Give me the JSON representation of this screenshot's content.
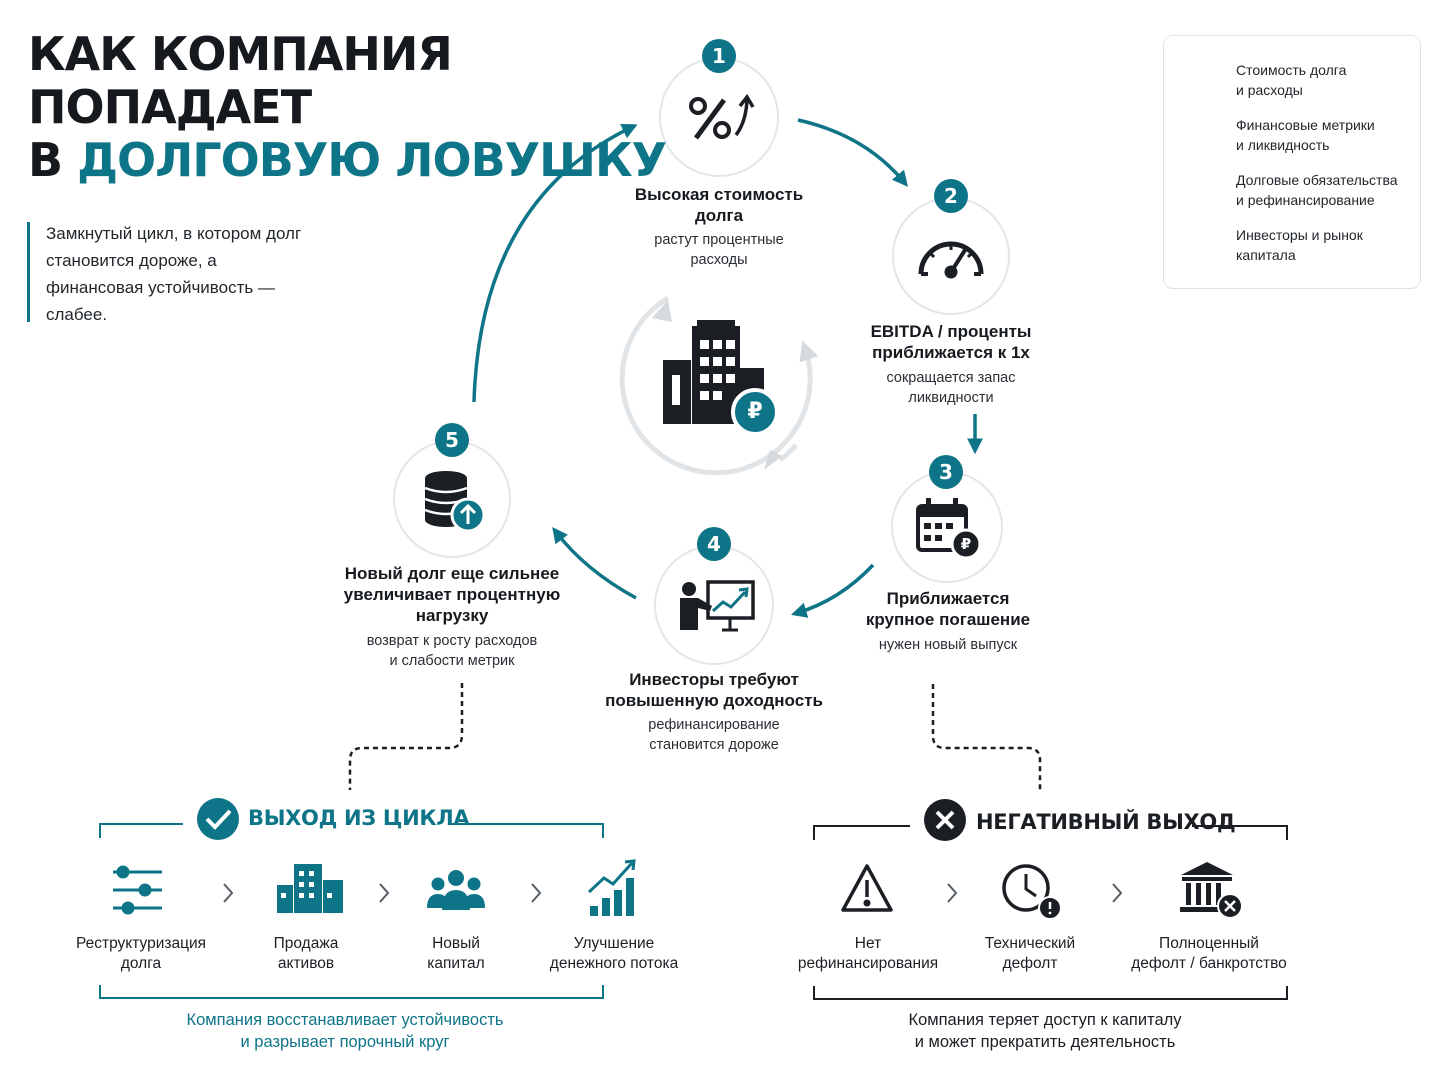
{
  "title": {
    "line1": "КАК КОМПАНИЯ",
    "line2": "ПОПАДАЕТ",
    "line3_prefix": "В ",
    "line3_accent": "ДОЛГОВУЮ ЛОВУШКУ"
  },
  "subtitle": "Замкнутый цикл, в котором долг становится дороже, а финансовая устойчивость — слабее.",
  "legend": {
    "items": [
      {
        "icon": "percent-icon",
        "line1": "Стоимость долга",
        "line2": "и расходы"
      },
      {
        "icon": "speedometer-icon",
        "line1": "Финансовые метрики",
        "line2": "и ликвидность"
      },
      {
        "icon": "calendar-icon",
        "line1": "Долговые обязательства",
        "line2": "и рефинансирование"
      },
      {
        "icon": "people-icon",
        "line1": "Инвесторы и рынок",
        "line2": "капитала"
      }
    ]
  },
  "steps": [
    {
      "num": "1",
      "icon": "percent-up-icon",
      "title1": "Высокая стоимость",
      "title2": "долга",
      "desc1": "растут процентные",
      "desc2": "расходы"
    },
    {
      "num": "2",
      "icon": "speedometer-icon",
      "title1": "EBITDA / проценты",
      "title2": "приближается к 1х",
      "desc1": "сокращается запас",
      "desc2": "ликвидности"
    },
    {
      "num": "3",
      "icon": "calendar-ruble-icon",
      "title1": "Приближается",
      "title2": "крупное погашение",
      "desc1": "нужен новый выпуск",
      "desc2": ""
    },
    {
      "num": "4",
      "icon": "presenter-chart-icon",
      "title1": "Инвесторы требуют",
      "title2": "повышенную доходность",
      "desc1": "рефинансирование",
      "desc2": "становится дороже"
    },
    {
      "num": "5",
      "icon": "coins-stack-up-icon",
      "title1": "Новый долг еще сильнее",
      "title2": "увеличивает процентную",
      "title3": "нагрузку",
      "desc1": "возврат к росту расходов",
      "desc2": "и слабости метрик"
    }
  ],
  "center": {
    "icon": "building-ruble-icon",
    "symbol": "₽"
  },
  "exit": {
    "title": "ВЫХОД ИЗ ЦИКЛА",
    "items": [
      {
        "icon": "sliders-icon",
        "line1": "Реструктуризация",
        "line2": "долга"
      },
      {
        "icon": "factory-icon",
        "line1": "Продажа",
        "line2": "активов"
      },
      {
        "icon": "group-icon",
        "line1": "Новый",
        "line2": "капитал"
      },
      {
        "icon": "growth-chart-icon",
        "line1": "Улучшение",
        "line2": "денежного потока"
      }
    ],
    "footer1": "Компания восстанавливает устойчивость",
    "footer2": "и разрывает порочный круг"
  },
  "negative": {
    "title": "НЕГАТИВНЫЙ ВЫХОД",
    "items": [
      {
        "icon": "warning-icon",
        "line1": "Нет",
        "line2": "рефинансирования"
      },
      {
        "icon": "clock-alert-icon",
        "line1": "Технический",
        "line2": "дефолт"
      },
      {
        "icon": "bank-cross-icon",
        "line1": "Полноценный",
        "line2": "дефолт / банкротство"
      }
    ],
    "footer1": "Компания теряет доступ к капиталу",
    "footer2": "и может прекратить деятельность"
  },
  "colors": {
    "accent": "#0e7487",
    "dark": "#1b1f24",
    "ring": "#e3e6e9"
  }
}
